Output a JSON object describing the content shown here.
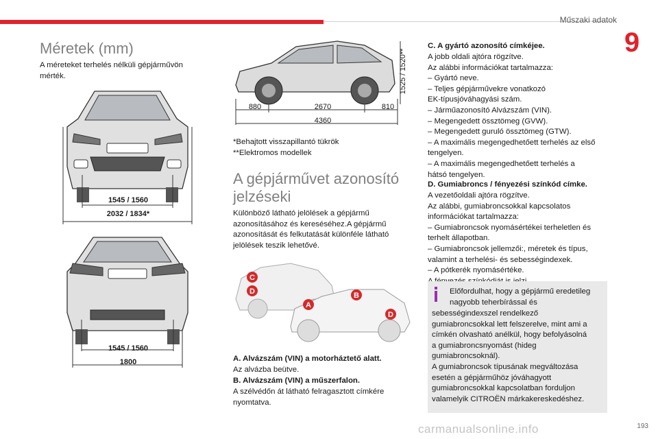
{
  "header": {
    "section_title": "Műszaki adatok",
    "chapter_number": "9"
  },
  "left": {
    "title": "Méretek (mm)",
    "intro": "A méreteket terhelés nélküli gépjárművön mérték.",
    "front_view": {
      "track_label": "1545 / 1560",
      "width_label": "2032 / 1834*"
    },
    "rear_view": {
      "track_label": "1545 / 1560",
      "width_label": "1800"
    }
  },
  "middle": {
    "side_view": {
      "height_label": "1525 / 1520**",
      "overhang_front": "880",
      "wheelbase": "2670",
      "overhang_rear": "810",
      "length": "4360"
    },
    "footnote1": "*Behajtott visszapillantó tükrök",
    "footnote2": "**Elektromos modellek",
    "section_title": "A gépjárművet azonosító jelzéseki",
    "paragraph": "Különböző látható jelölések a gépjármű azonosításához és kereséséhez.A gépjármű azonosítását és felkutatását különféle látható jelölések teszik lehetővé.",
    "markers": [
      "C",
      "D",
      "A",
      "B",
      "D"
    ],
    "item_a_title": "A. Alvázszám (VIN) a motorháztető alatt.",
    "item_a_text": "Az alvázba beütve.",
    "item_b_title": "B. Alvázszám (VIN) a műszerfalon.",
    "item_b_text": "A szélvédőn át látható felragasztott címkére nyomtatva."
  },
  "right": {
    "c_title": "C. A gyártó azonosító címkéjee.",
    "c_lines": [
      "A jobb oldali ajtóra rögzítve.",
      "Az alábbi információkat tartalmazza:",
      "– Gyártó neve.",
      "– Teljes gépjárművekre vonatkozó",
      "EK-típusjóváhagyási szám.",
      "– Járműazonosító Alvázszám (VIN).",
      "– Megengedett össztömeg (GVW).",
      "– Megengedett guruló össztömeg (GTW).",
      "– A maximális megengedhetőett terhelés az első",
      "tengelyen.",
      "– A maximális megengedhetőett terhelés a",
      "hátsó tengelyen."
    ],
    "d_title": "D. Gumiabroncs / fényezési színkód címke.",
    "d_lines": [
      "A vezetőoldali ajtóra rögzítve.",
      "Az alábbi, gumiabroncsokkal kapcsolatos",
      "információkat tartalmazza:",
      "– Gumiabroncsok nyomásértékei terheletlen és",
      "terhelt állapotban.",
      "– Gumiabroncsok jellemzői:, méretek és típus,",
      "valamint a terhelési- és sebességindexek.",
      "– A pótkerék nyomásértéke.",
      "A fényezés színkódját is jelzi."
    ],
    "note_lines": [
      "Előfordulhat, hogy a gépjármű eredetileg",
      "nagyobb teherbírással és",
      "sebességindexszel rendelkező",
      "gumiabroncsokkal lett felszerelve, mint ami a",
      "címkén olvasható anélkül, hogy befolyásolná",
      "a gumiabroncsnyomást (hideg",
      "gumiabroncsoknál).",
      "A gumiabroncsok típusának megváltozása",
      "esetén a gépjárműhöz jóváhagyott",
      "gumiabroncsokkal kapcsolatban forduljon",
      "valamelyik CITROËN márkakereskedéshez."
    ]
  },
  "footer": {
    "page_number": "193",
    "watermark": "carmanualsonline.info"
  },
  "colors": {
    "accent": "#e2222b",
    "note_bg": "#e9e9e9",
    "info_icon": "#9b2fae"
  }
}
